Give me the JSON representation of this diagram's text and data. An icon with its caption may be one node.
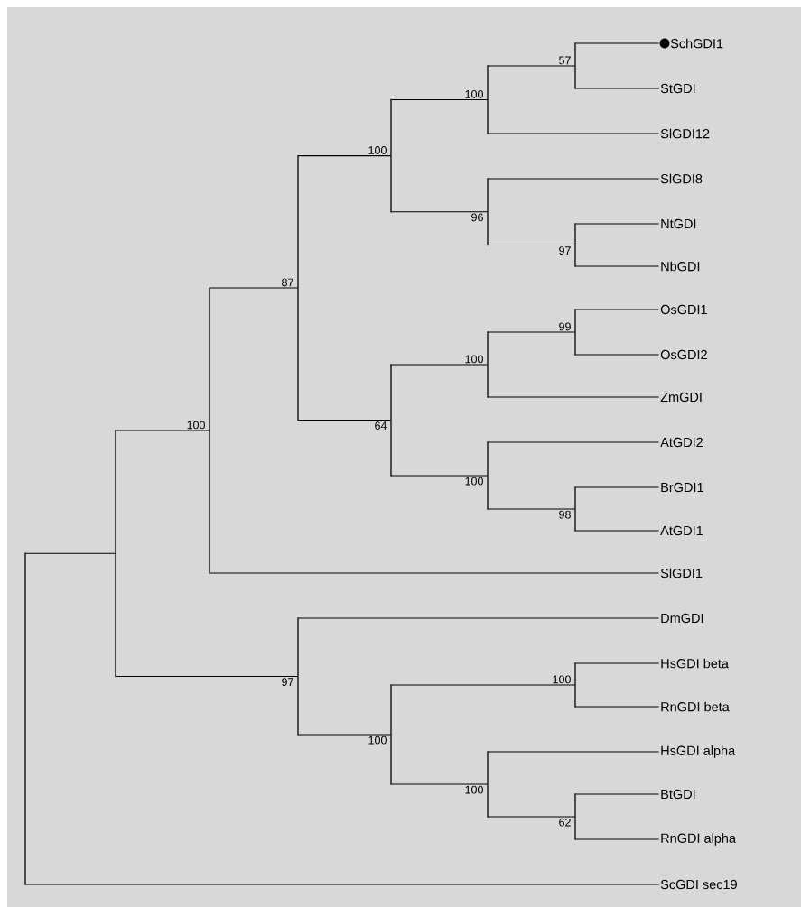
{
  "diagram": {
    "nodes": [
      {
        "text": [
          "SchGDI1"
        ]
      },
      {
        "text": [
          "StGDI"
        ]
      },
      {
        "text": [
          "SlGDI12"
        ]
      },
      {
        "text": [
          "SlGDI8"
        ]
      },
      {
        "text": [
          "NtGDI"
        ]
      },
      {
        "text": [
          "NbGDI"
        ]
      },
      {
        "text": [
          "OsGDI1"
        ]
      },
      {
        "text": [
          "OsGDI2"
        ]
      },
      {
        "text": [
          "ZmGDI"
        ]
      },
      {
        "text": [
          "AtGDI2"
        ]
      },
      {
        "text": [
          "BrGDI1"
        ]
      },
      {
        "text": [
          "AtGDI1"
        ]
      },
      {
        "text": [
          "SlGDI1"
        ]
      },
      {
        "text": [
          "DmGDI"
        ]
      },
      {
        "text": [
          "HsGDI beta"
        ]
      },
      {
        "text": [
          "RnGDI beta"
        ]
      },
      {
        "text": [
          "HsGDI alpha"
        ]
      },
      {
        "text": [
          "BtGDI"
        ]
      },
      {
        "text": [
          "RnGDI alpha"
        ]
      },
      {
        "text": [
          "ScGDI sec19"
        ]
      },
      {
        "text": [],
        "shape": "bar"
      },
      {
        "text": [],
        "shape": "bar"
      },
      {
        "text": [],
        "shape": "bar"
      },
      {
        "text": [],
        "shape": "bar"
      },
      {
        "text": [],
        "shape": "bar"
      },
      {
        "text": [],
        "shape": "bar"
      },
      {
        "text": [],
        "shape": "bar"
      },
      {
        "text": [],
        "shape": "bar"
      },
      {
        "text": [],
        "shape": "bar"
      },
      {
        "text": [],
        "shape": "bar"
      },
      {
        "text": [],
        "shape": "bar"
      },
      {
        "text": [],
        "shape": "bar"
      },
      {
        "text": [],
        "shape": "bar"
      },
      {
        "text": [],
        "shape": "bar"
      },
      {
        "text": [],
        "shape": "bar"
      },
      {
        "text": [],
        "shape": "bar"
      },
      {
        "text": [],
        "shape": "bar"
      },
      {
        "text": [],
        "shape": "bar"
      },
      {
        "text": [],
        "shape": "bar"
      }
    ],
    "edges": [
      {
        "from": 38,
        "to": 37,
        "arrow": "none"
      },
      {
        "from": 38,
        "to": 19,
        "arrow": "none"
      },
      {
        "from": 37,
        "to": 31,
        "arrow": "none",
        "label": "100"
      },
      {
        "from": 37,
        "to": 36,
        "arrow": "none",
        "label": "97"
      },
      {
        "from": 31,
        "to": 30,
        "arrow": "none",
        "label": "87"
      },
      {
        "from": 31,
        "to": 12,
        "arrow": "none"
      },
      {
        "from": 30,
        "to": 24,
        "arrow": "none",
        "label": "100"
      },
      {
        "from": 30,
        "to": 29,
        "arrow": "none",
        "label": "64"
      },
      {
        "from": 24,
        "to": 21,
        "arrow": "none",
        "label": "100"
      },
      {
        "from": 24,
        "to": 23,
        "arrow": "none",
        "label": "96"
      },
      {
        "from": 21,
        "to": 20,
        "arrow": "none",
        "label": "57"
      },
      {
        "from": 21,
        "to": 2,
        "arrow": "none"
      },
      {
        "from": 20,
        "to": 0,
        "arrow": "none"
      },
      {
        "from": 20,
        "to": 1,
        "arrow": "none"
      },
      {
        "from": 23,
        "to": 3,
        "arrow": "none"
      },
      {
        "from": 23,
        "to": 22,
        "arrow": "none",
        "label": "97"
      },
      {
        "from": 22,
        "to": 4,
        "arrow": "none"
      },
      {
        "from": 22,
        "to": 5,
        "arrow": "none"
      },
      {
        "from": 29,
        "to": 26,
        "arrow": "none",
        "label": "100"
      },
      {
        "from": 29,
        "to": 28,
        "arrow": "none",
        "label": "100"
      },
      {
        "from": 26,
        "to": 25,
        "arrow": "none",
        "label": "99"
      },
      {
        "from": 26,
        "to": 8,
        "arrow": "none"
      },
      {
        "from": 25,
        "to": 6,
        "arrow": "none"
      },
      {
        "from": 25,
        "to": 7,
        "arrow": "none"
      },
      {
        "from": 28,
        "to": 9,
        "arrow": "none"
      },
      {
        "from": 28,
        "to": 27,
        "arrow": "none",
        "label": "98"
      },
      {
        "from": 27,
        "to": 10,
        "arrow": "none"
      },
      {
        "from": 27,
        "to": 11,
        "arrow": "none"
      },
      {
        "from": 36,
        "to": 13,
        "arrow": "none"
      },
      {
        "from": 36,
        "to": 35,
        "arrow": "none",
        "label": "100"
      },
      {
        "from": 35,
        "to": 32,
        "arrow": "none",
        "label": "100"
      },
      {
        "from": 35,
        "to": 34,
        "arrow": "none",
        "label": "100"
      },
      {
        "from": 32,
        "to": 14,
        "arrow": "none"
      },
      {
        "from": 32,
        "to": 15,
        "arrow": "none"
      },
      {
        "from": 34,
        "to": 16,
        "arrow": "none"
      },
      {
        "from": 34,
        "to": 33,
        "arrow": "none",
        "label": "62"
      },
      {
        "from": 33,
        "to": 17,
        "arrow": "none"
      },
      {
        "from": 33,
        "to": 18,
        "arrow": "none"
      }
    ]
  }
}
